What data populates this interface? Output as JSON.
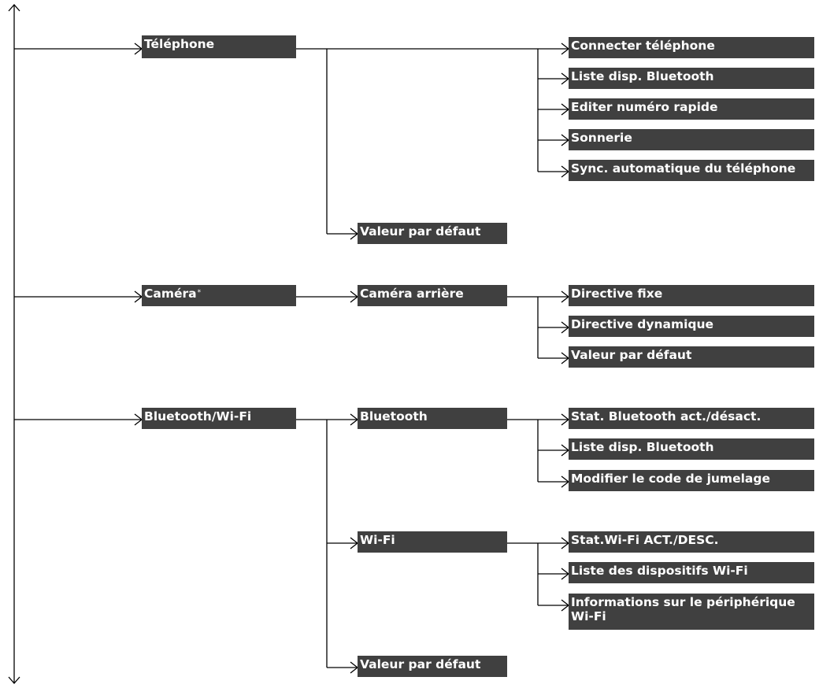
{
  "menu": {
    "telephone": {
      "label": "Téléphone",
      "items": [
        "Connecter téléphone",
        "Liste disp. Bluetooth",
        "Editer numéro rapide",
        "Sonnerie",
        "Sync. automatique du téléphone"
      ],
      "default": "Valeur par défaut"
    },
    "camera": {
      "label": "Caméra",
      "mark": "*",
      "rear": "Caméra arrière",
      "items": [
        "Directive fixe",
        "Directive dynamique",
        "Valeur par défaut"
      ]
    },
    "connectivity": {
      "label": "Bluetooth/Wi-Fi",
      "bluetooth": {
        "label": "Bluetooth",
        "items": [
          "Stat. Bluetooth act./désact.",
          "Liste disp. Bluetooth",
          "Modifier le code de jumelage"
        ]
      },
      "wifi": {
        "label": "Wi-Fi",
        "items": [
          "Stat.Wi-Fi ACT./DESC.",
          "Liste des dispositifs Wi-Fi",
          "Informations sur le périphérique Wi-Fi"
        ]
      },
      "default": "Valeur par défaut"
    }
  }
}
